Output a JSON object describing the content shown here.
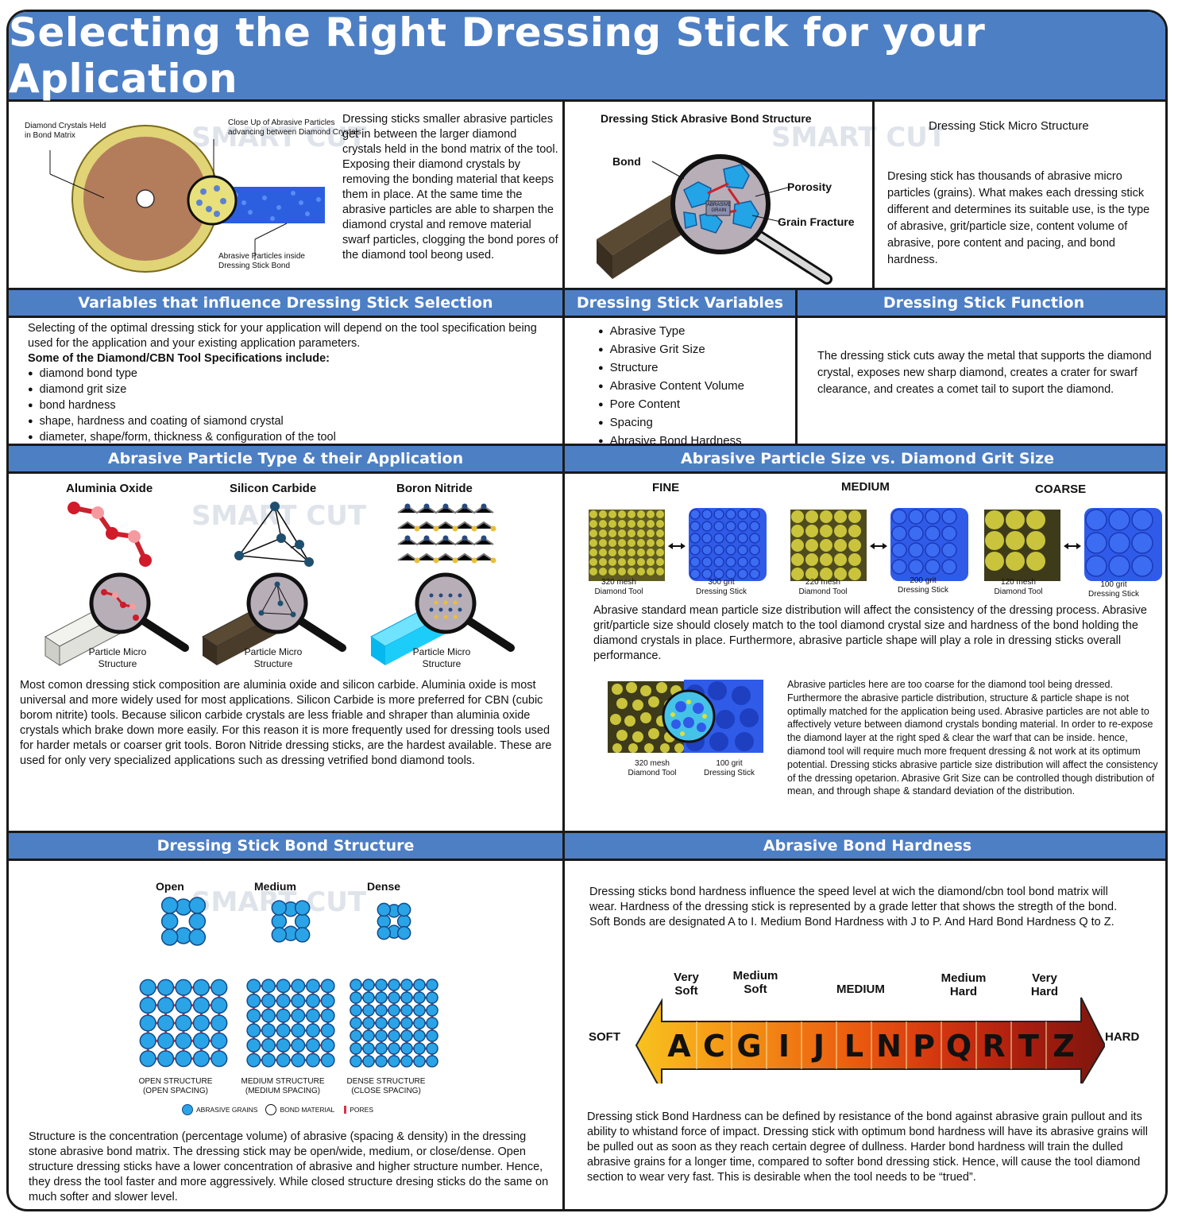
{
  "title": "Selecting the Right Dressing Stick for your Aplication",
  "watermark": "SMART CUT",
  "intro": {
    "label_diamond_crystals": "Diamond Crystals Held in Bond Matrix",
    "label_close_up": "Close Up of Abrasive Particles advancing between Diamond Crystals",
    "label_abrasive_inside": "Abrasive Particles inside Dressing Stick Bond",
    "text": "Dressing sticks smaller abrasive particles get in between the larger diamond crystals held in the bond matrix of the tool. Exposing their diamond crystals by removing the bonding material that keeps them in place. At the same time the abrasive particles are able to sharpen the diamond  crystal and remove material swarf particles, clogging the bond pores of the diamond tool beong used."
  },
  "bond_structure_top": {
    "title": "Dressing Stick Abrasive Bond Structure",
    "label_bond": "Bond",
    "label_porosity": "Porosity",
    "label_grain_fracture": "Grain Fracture",
    "label_abrasive_grain": "ABRASIVE GRAIN"
  },
  "micro_structure": {
    "title": "Dressing Stick Micro Structure",
    "text": "Dresing stick has thousands of abrasive micro particles (grains). What makes each dressing stick different and determines its suitable use, is the type of abrasive, grit/particle size, content volume of abrasive, pore content and pacing, and bond hardness."
  },
  "variables_influence": {
    "header": "Variables that influence Dressing Stick Selection",
    "text": "Selecting of the optimal dressing stick for your application will depend on the tool specification being used for the application and your existing application parameters.",
    "bold": "Some of the Diamond/CBN Tool Specifications include:",
    "items": [
      "diamond bond type",
      "diamond grit size",
      "bond hardness",
      "shape, hardness and coating of siamond crystal",
      "diameter, shape/form, thickness & configuration of the tool"
    ]
  },
  "stick_variables": {
    "header": "Dressing Stick Variables",
    "items": [
      "Abrasive Type",
      "Abrasive Grit Size",
      "Structure",
      "Abrasive Content Volume",
      "Pore Content",
      "Spacing",
      "Abrasive Bond Hardness"
    ]
  },
  "stick_function": {
    "header": "Dressing Stick Function",
    "text": "The  dressing stick cuts away the metal that supports the diamond crystal, exposes new sharp diamond, creates a crater for swarf clearance, and creates a comet tail to suport the diamond."
  },
  "particle_type": {
    "header": "Abrasive Particle Type & their Application",
    "types": [
      "Aluminia Oxide",
      "Silicon Carbide",
      "Boron Nitride"
    ],
    "micro_label": "Particle Micro Structure",
    "text": "Most comon dressing stick composition are aluminia oxide and silicon carbide. Aluminia oxide is most universal and more widely used for most applications. Silicon Carbide is more preferred for CBN (cubic borom nitrite) tools. Because silicon carbide crystals are less friable and shraper than aluminia oxide crystals which brake down more easily. For this reason it is more frequently used for dressing tools used for harder metals or coarser grit tools. Boron Nitride dressing sticks, are the hardest available. These are used for only very specialized applications such as dressing vetrified bond diamond tools."
  },
  "particle_size": {
    "header": "Abrasive Particle Size vs. Diamond Grit Size",
    "groups": [
      {
        "name": "FINE",
        "tool": "320 mesh",
        "tool_sub": "Diamond Tool",
        "stick": "300 grit",
        "stick_sub": "Dressing Stick",
        "dot": "#c8c43a",
        "dark": "#5f5b22",
        "blue": "#2f5be8",
        "r": 5
      },
      {
        "name": "MEDIUM",
        "tool": "220 mesh",
        "tool_sub": "Diamond Tool",
        "stick": "200 grit",
        "stick_sub": "Dressing Stick",
        "dot": "#c9c43c",
        "dark": "#4f4b1f",
        "blue": "#2f5be8",
        "r": 8
      },
      {
        "name": "COARSE",
        "tool": "120 mesh",
        "tool_sub": "Diamond Tool",
        "stick": "100 grit",
        "stick_sub": "Dressing Stick",
        "dot": "#c9c43c",
        "dark": "#3e3b1b",
        "blue": "#2f5be8",
        "r": 12
      }
    ],
    "text": "Abrasive standard mean particle size distribution will affect the consistency of the dressing process. Abrasive grit/particle size should closely match to the tool diamond crystal size and hardness of the bond holding the diamond crystals in place. Furthermore, abrasive particle shape will play a role in dressing sticks overall performance.",
    "example_tool": "320 mesh",
    "example_tool_sub": "Diamond Tool",
    "example_stick": "100 grit",
    "example_stick_sub": "Dressing Stick",
    "example_text": "Abrasive particles here are too coarse for the diamond tool being dressed. Furthermore the abrasive particle distribution, structure & particle shape is not optimally matched for the application being used. Abrasive particles are not able to affectively veture between diamond crystals bonding material. In order to re-expose the diamond layer at the right sped & clear the warf that can be inside. hence, diamond tool will require much more frequent dressing & not work at its optimum potential. Dressing sticks abrasive particle size distribution will affect the consistency of the dressing opetarion. Abrasive Grit Size can be controlled though distribution of mean, and through shape & standard deviation of the distribution."
  },
  "bond_structure": {
    "header": "Dressing Stick Bond Structure",
    "top_labels": [
      "Open",
      "Medium",
      "Dense"
    ],
    "bottom_labels": [
      "OPEN STRUCTURE",
      "MEDIUM STRUCTURE",
      "DENSE STRUCTURE"
    ],
    "bottom_sub": [
      "(OPEN SPACING)",
      "(MEDIUM SPACING)",
      "(CLOSE SPACING)"
    ],
    "legend": [
      "ABRASIVE GRAINS",
      "BOND MATERIAL",
      "PORES"
    ],
    "text": "Structure is the concentration (percentage volume) of abrasive (spacing & density) in the dressing stone abrasive bond matrix. The dressing stick may be open/wide, medium, or close/dense. Open structure dressing sticks have a lower concentration of abrasive and higher structure number. Hence, they dress the tool faster and more aggressively. While closed structure dresing sticks do the same on much softer and slower level."
  },
  "bond_hardness": {
    "header": "Abrasive Bond Hardness",
    "text_top": "Dressing sticks bond hardness influence the speed level at wich the diamond/cbn tool bond matrix will wear. Hardness of the dressing stick is represented by a grade letter that shows the stregth of the bond. Soft Bonds are designated A to I. Medium Bond Hardness with J to P. And Hard Bond Hardness Q to Z.",
    "scale_labels": [
      {
        "t1": "Very",
        "t2": "Soft"
      },
      {
        "t1": "Medium",
        "t2": "Soft"
      },
      {
        "t1": "MEDIUM",
        "t2": ""
      },
      {
        "t1": "Medium",
        "t2": "Hard"
      },
      {
        "t1": "Very",
        "t2": "Hard"
      }
    ],
    "soft": "SOFT",
    "hard": "HARD",
    "grades": [
      "A",
      "C",
      "G",
      "I",
      "J",
      "L",
      "N",
      "P",
      "Q",
      "R",
      "T",
      "Z"
    ],
    "grade_colors": [
      "#f7c21f",
      "#f7ae1a",
      "#f59a17",
      "#f28714",
      "#ef7212",
      "#eb5e10",
      "#e24a10",
      "#d43810",
      "#c22a10",
      "#ac1f0f",
      "#941a0e",
      "#7d160d"
    ],
    "text_bottom": "Dressing stick Bond Hardness can be defined by resistance of the bond against abrasive grain pullout and its ability to whistand force of impact. Dressing stick with optimum bond hardness will have its abrasive grains will be pulled out as soon as they reach certain degree of dullness. Harder bond hardness will train the dulled abrasive grains for a longer time, compared to softer bond dressing stick. Hence, will cause the tool diamond section to wear very fast. This is desirable when the tool needs to be “trued”."
  }
}
